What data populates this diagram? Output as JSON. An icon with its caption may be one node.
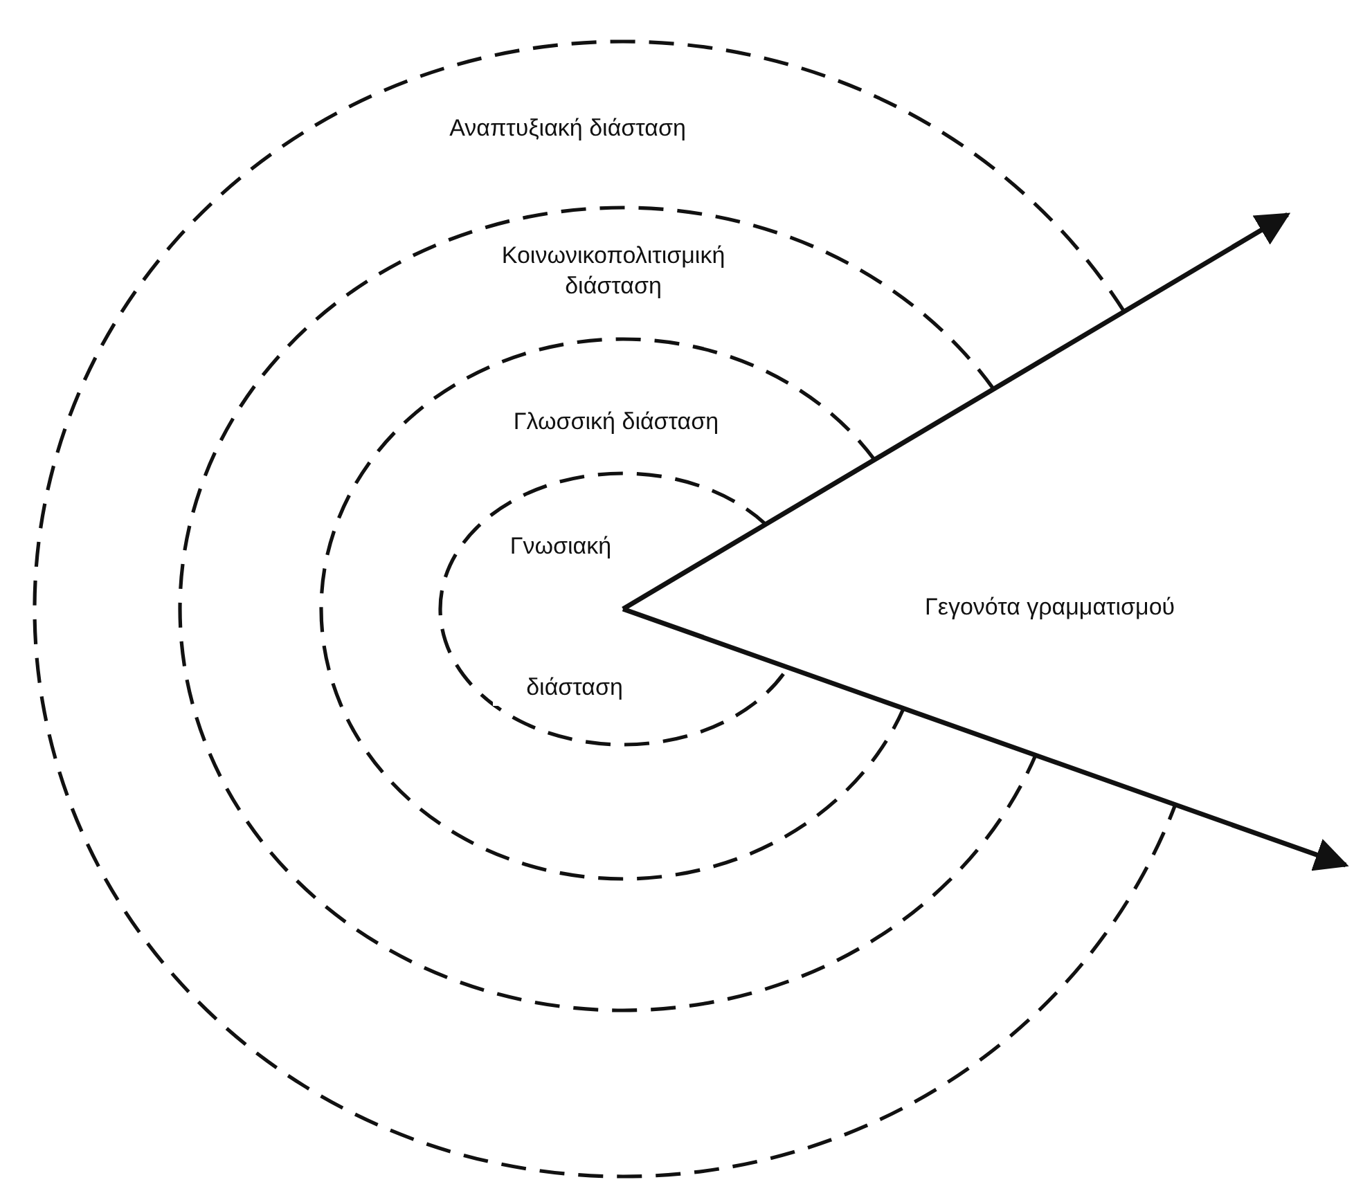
{
  "diagram": {
    "nodes": [
      {
        "text": [
          "Αναπτυξιακή διάσταση"
        ]
      },
      {
        "text": [
          "Κοινωνικοπολιτισμική διάσταση"
        ],
        "in": 0
      },
      {
        "text": [
          "Γλωσσική διάσταση"
        ],
        "in": 1
      },
      {
        "text": [
          "Γνωσιακή",
          "διάσταση"
        ],
        "in": 2
      }
    ],
    "labels": [
      "Γεγονότα γραμματισμού"
    ]
  }
}
